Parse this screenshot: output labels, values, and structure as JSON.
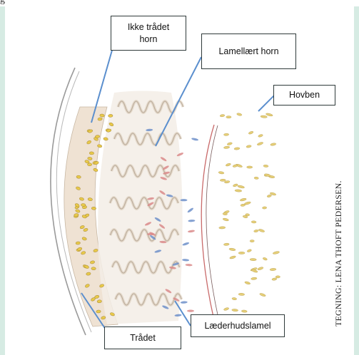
{
  "figure_marker": "g",
  "labels": {
    "ikke_tradet_horn": "Ikke trådet horn",
    "lamellaert_horn": "Lamellært horn",
    "hovben": "Hovben",
    "laederhudslamel": "Læderhudslamel",
    "tradet": "Trådet"
  },
  "credit": "TEGNING: LENA THOFT PEDERSEN.",
  "colors": {
    "frame": "#d6ebe3",
    "leader_line": "#5b8fce",
    "label_border": "#2f3a3a",
    "horn_fill": "#efe2d3",
    "tubule_yellow": "#e8c94a",
    "vessel_red": "#d98a8a",
    "vessel_blue": "#6d8fc9"
  }
}
